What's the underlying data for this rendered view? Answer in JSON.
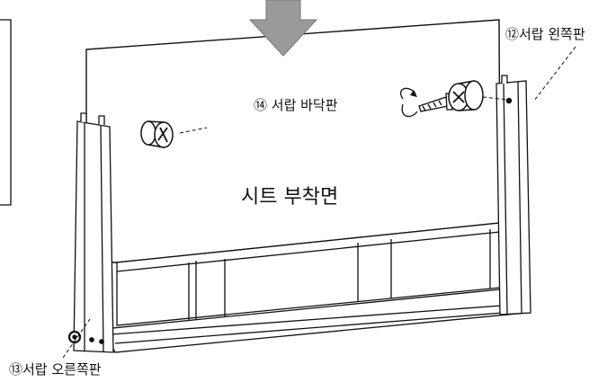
{
  "labels": {
    "left_panel": "⑫서랍 왼쪽판",
    "bottom_panel": "⑭ 서랍 바닥판",
    "sheet_side": "시트 부착면",
    "right_panel": "⑬서랍 오른쪽판"
  },
  "colors": {
    "line": "#111111",
    "arrow_fill": "#9a9a9a",
    "paper": "#ffffff"
  },
  "icons": [
    "down-arrow-icon",
    "cam-lock-icon",
    "rotation-arrow-icon",
    "screw-icon"
  ]
}
